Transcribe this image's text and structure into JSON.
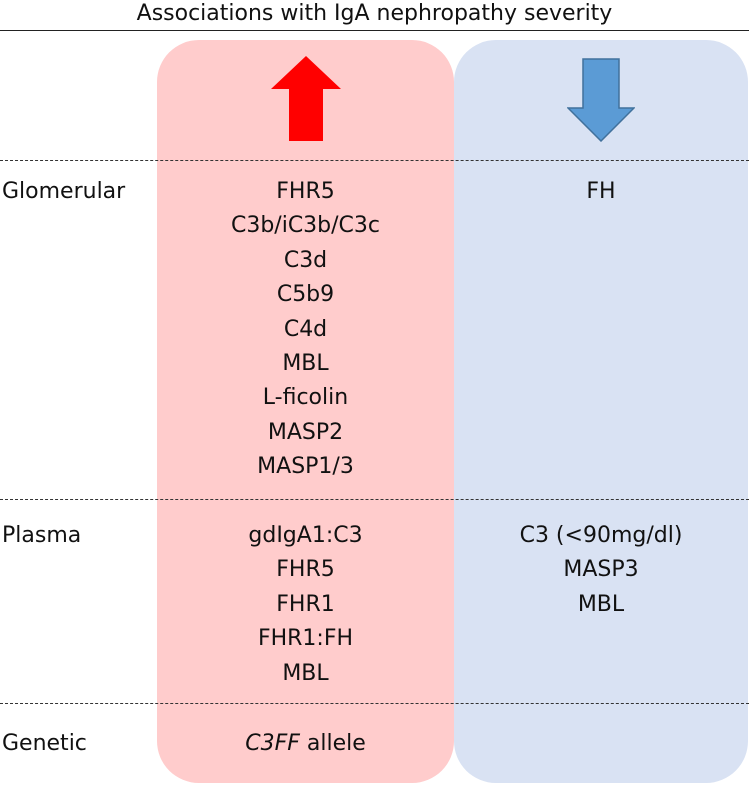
{
  "title": "Associations with IgA nephropathy severity",
  "colors": {
    "increase_panel": "#ffcccc",
    "decrease_panel": "#d9e2f3",
    "increase_arrow": "#ff0000",
    "decrease_arrow": "#5b9bd5",
    "decrease_arrow_outline": "#41719c"
  },
  "icons": {
    "increase": "arrow-up-icon",
    "decrease": "arrow-down-icon"
  },
  "rows": {
    "glomerular": {
      "label": "Glomerular",
      "increase": [
        "FHR5",
        "C3b/iC3b/C3c",
        "C3d",
        "C5b9",
        "C4d",
        "MBL",
        "L-ficolin",
        "MASP2",
        "MASP1/3"
      ],
      "decrease": [
        "FH"
      ]
    },
    "plasma": {
      "label": "Plasma",
      "increase": [
        "gdIgA1:C3",
        "FHR5",
        "FHR1",
        "FHR1:FH",
        "MBL"
      ],
      "decrease": [
        "C3 (<90mg/dl)",
        "MASP3",
        "MBL"
      ]
    },
    "genetic": {
      "label": "Genetic",
      "increase_italic": "C3FF",
      "increase_rest": " allele"
    }
  }
}
